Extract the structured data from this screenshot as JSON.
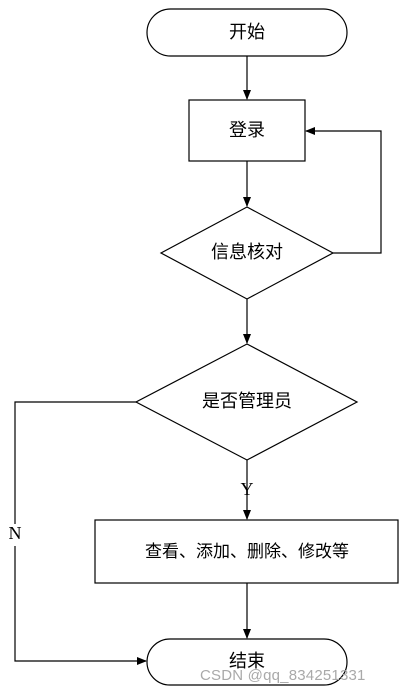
{
  "flowchart": {
    "start": {
      "label": "开始"
    },
    "login": {
      "label": "登录"
    },
    "verify": {
      "label": "信息核对"
    },
    "is_admin": {
      "label": "是否管理员"
    },
    "actions": {
      "label": "查看、添加、删除、修改等"
    },
    "end": {
      "label": "结束"
    },
    "edge_yes": {
      "label": "Y"
    },
    "edge_no": {
      "label": "N"
    }
  },
  "watermark": {
    "text": "CSDN @qq_834251331"
  },
  "colors": {
    "stroke": "#000000",
    "background": "#ffffff",
    "watermark": "#a9a9a9"
  }
}
